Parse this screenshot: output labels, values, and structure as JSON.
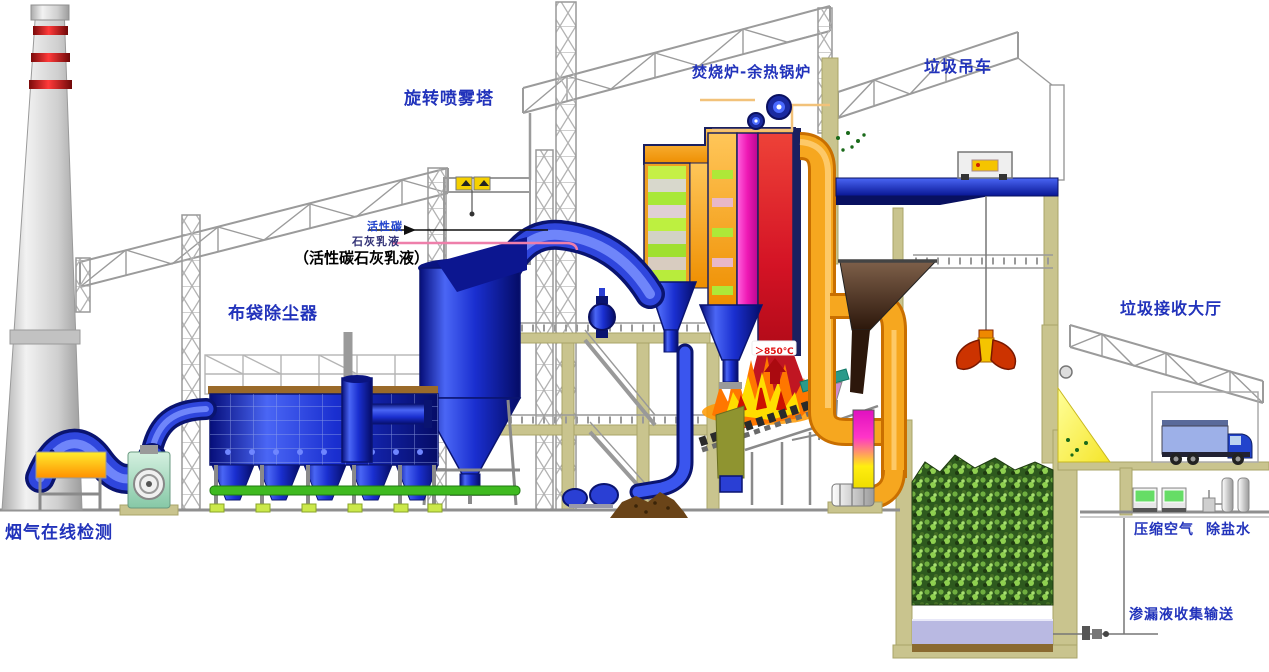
{
  "labels": {
    "spray_tower": "旋转喷雾塔",
    "incinerator_boiler": "焚烧炉-余热锅炉",
    "garbage_crane": "垃圾吊车",
    "bag_filter": "布袋除尘器",
    "receiving_hall": "垃圾接收大厅",
    "flue_gas_monitor": "烟气在线检测",
    "activated_carbon": "活性碳",
    "lime_emulsion": "石灰乳液",
    "carbon_lime_note": "（活性碳石灰乳液）",
    "compressed_air": "压缩空气",
    "demineralized_water": "除盐水",
    "leachate_collection": "渗漏液收集输送",
    "furnace_temperature": "＞850℃"
  },
  "palette": {
    "label_blue": "#2233bb",
    "equipment_blue": "#2a3fd4",
    "equipment_blue_dark": "#0a1470",
    "boiler_orange": "#f6a71f",
    "boiler_magenta": "#ee22cc",
    "furnace_red": "#d41325",
    "flame_yellow": "#ffdd00",
    "economizer_green": "#b8ee3c",
    "structure_khaki": "#c9c48e",
    "garbage_green": "#4a7a2e",
    "leachate_lavender": "#b9b9e2",
    "chimney_grey": "#d6d6d6",
    "chimney_band_red": "#cc2222",
    "grab_red": "#cc3300",
    "truck_blue": "#2244cc"
  }
}
